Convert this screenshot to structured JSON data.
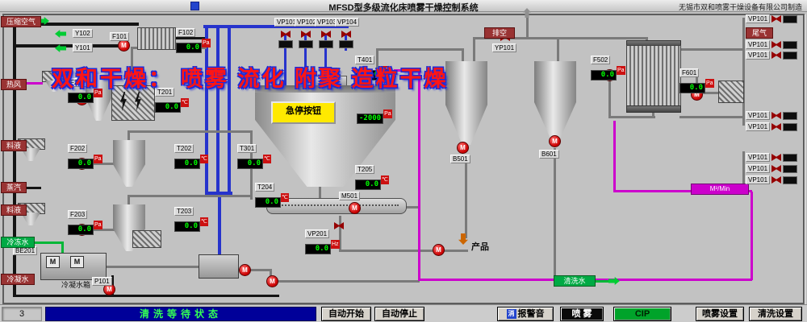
{
  "header": {
    "title": "MFSD型多级流化床喷雾干燥控制系统",
    "manufacturer": "无锡市双和喷雾干燥设备有限公司制造"
  },
  "watermark": {
    "brand": "双和干燥：",
    "slogan": "喷雾 流化 附聚 造粒干燥"
  },
  "sources": {
    "compressed_air": "压缩空气",
    "hot_air": "热风",
    "feed": "料液",
    "steam": "蒸汽",
    "chilled_water": "冷冻水",
    "condensate": "冷凝水",
    "vent": "排空",
    "tail_gas": "尾气",
    "product": "产品",
    "cip_water": "清洗水",
    "flow_note": "M³/Min"
  },
  "equipment": {
    "emergency_stop": "急停按钮",
    "condensate_tank": "冷凝水箱",
    "motor_symbol": "M",
    "tags": {
      "y102": "Y102",
      "y101": "Y101",
      "f101": "F101",
      "p101": "P101",
      "be201": "BE201",
      "m501": "M501",
      "b501": "B501",
      "b601": "B601",
      "yp101": "YP101"
    }
  },
  "top_valves": [
    {
      "label": "VP101"
    },
    {
      "label": "VP102"
    },
    {
      "label": "VP103"
    },
    {
      "label": "VP104"
    }
  ],
  "right_valves": [
    "VP101",
    "VP101",
    "VP101",
    "VP101",
    "VP101",
    "VP101",
    "VP101",
    "VP101"
  ],
  "sensors": {
    "f102": {
      "label": "F102",
      "value": "0.0",
      "unit": "Pa"
    },
    "f201": {
      "label": "F201",
      "value": "0.0",
      "unit": "Pa"
    },
    "f202": {
      "label": "F202",
      "value": "0.0",
      "unit": "Pa"
    },
    "f203": {
      "label": "F203",
      "value": "0.0",
      "unit": "Pa"
    },
    "t201": {
      "label": "T201",
      "value": "0.0",
      "unit": "℃"
    },
    "t202": {
      "label": "T202",
      "value": "0.0",
      "unit": "℃"
    },
    "t203": {
      "label": "T203",
      "value": "0.0",
      "unit": "℃"
    },
    "t204": {
      "label": "T204",
      "value": "0.0",
      "unit": "℃"
    },
    "t205": {
      "label": "T205",
      "value": "0.0",
      "unit": "℃"
    },
    "t301": {
      "label": "T301",
      "value": "0.0",
      "unit": "℃"
    },
    "t401": {
      "label": "T401",
      "value": "0.0",
      "unit": "℃"
    },
    "vp201": {
      "label": "VP201",
      "value": "0.0",
      "unit": "Hz"
    },
    "f502": {
      "label": "F502",
      "value": "0.0",
      "unit": "Pa"
    },
    "f601": {
      "label": "F601",
      "value": "0.0",
      "unit": "Pa"
    },
    "chamber_pressure": {
      "value": "-2000",
      "unit": "Pa"
    }
  },
  "statusbar": {
    "counter": "3",
    "status": "清洗等待状态",
    "buttons": {
      "auto_start": "自动开始",
      "auto_stop": "自动停止",
      "mute_icon": "消",
      "mute": "报警音",
      "spray": "喷 雾",
      "cip": "CIP",
      "spray_settings": "喷雾设置",
      "clean_settings": "清洗设置"
    }
  },
  "colors": {
    "pipe_air": "#141414",
    "pipe_duct": "#2633cc",
    "pipe_cip": "#cc00cc",
    "pipe_water": "#00b737",
    "status_bg": "#000099",
    "status_text": "#33ff55",
    "display_bg": "#000000",
    "display_text": "#00ff00",
    "alarm_red": "#cc1111",
    "estop_yellow": "#ffe900",
    "cip_button_green": "#00a32a"
  }
}
